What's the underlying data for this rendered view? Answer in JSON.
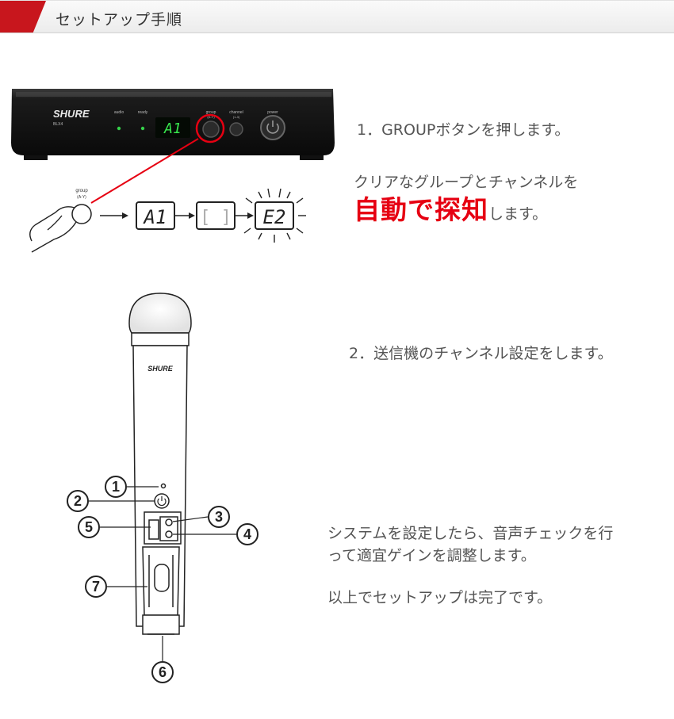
{
  "header": {
    "title": "セットアップ手順",
    "accent_color": "#c8161d"
  },
  "receiver": {
    "brand": "SHURE",
    "model": "BLX4",
    "labels": {
      "audio": "audio",
      "ready": "ready",
      "group": "group",
      "group_sub": "(A-Y)",
      "channel": "channel",
      "channel_sub": "(1-3)",
      "power": "power"
    },
    "display": "A1"
  },
  "group_diagram": {
    "button_label": "group",
    "button_sub": "(A-Y)",
    "sequence": [
      "A1",
      "[ ]",
      "E2"
    ]
  },
  "step1": {
    "title": "1．GROUPボタンを押します。",
    "line1": "クリアなグループとチャンネルを",
    "highlight": "自動で探知",
    "suffix": "します。"
  },
  "step2": {
    "title": "2．送信機のチャンネル設定をします。"
  },
  "transmitter": {
    "brand": "SHURE",
    "callouts": [
      "1",
      "2",
      "3",
      "4",
      "5",
      "6",
      "7"
    ]
  },
  "step3": {
    "line1": "システムを設定したら、音声チェックを行",
    "line2": "って適宜ゲインを調整します。"
  },
  "step4": {
    "text": "以上でセットアップは完了です。"
  }
}
